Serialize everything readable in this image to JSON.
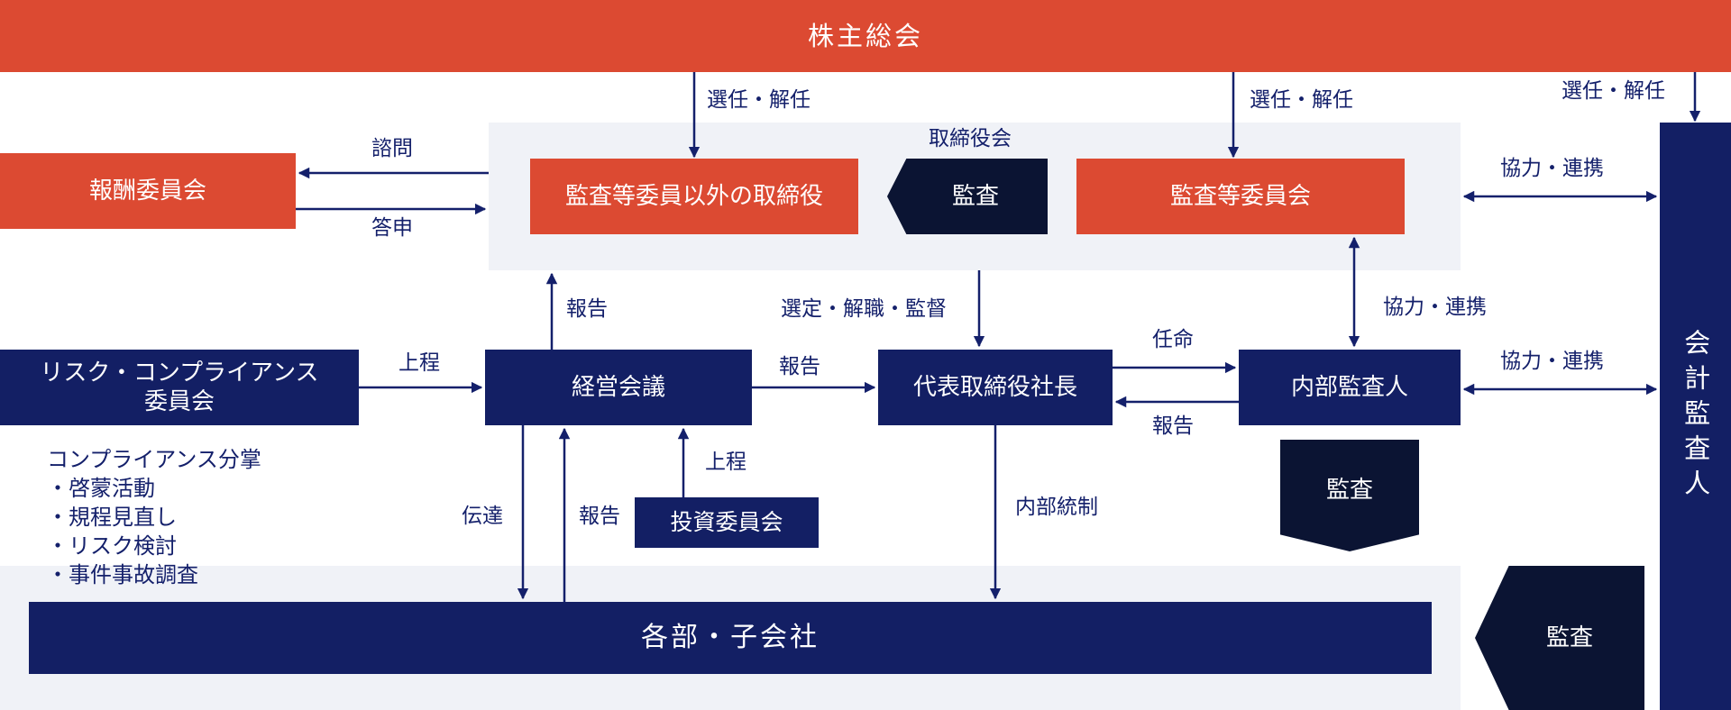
{
  "nodes": {
    "shareholders": "株主総会",
    "remuneration": "報酬委員会",
    "directors_other": "監査等委員以外の取締役",
    "audit_badge_board": "監査",
    "audit_committee": "監査等委員会",
    "board_label": "取締役会",
    "accounting_auditor": "会計監査人",
    "risk_committee_line1": "リスク・コンプライアンス",
    "risk_committee_line2": "委員会",
    "management_meeting": "経営会議",
    "president": "代表取締役社長",
    "internal_auditor": "内部監査人",
    "audit_badge_internal": "監査",
    "investment_committee": "投資委員会",
    "departments": "各部・子会社",
    "audit_badge_accounting": "監査"
  },
  "compliance": {
    "title": "コンプライアンス分掌",
    "items": [
      "・啓蒙活動",
      "・規程見直し",
      "・リスク検討",
      "・事件事故調査"
    ]
  },
  "labels": {
    "elect1": "選任・解任",
    "elect2": "選任・解任",
    "elect3": "選任・解任",
    "consult": "諮問",
    "reply": "答申",
    "coop1": "協力・連携",
    "coop2": "協力・連携",
    "coop3": "協力・連携",
    "report_up": "報告",
    "select": "選定・解職・監督",
    "submit_risk": "上程",
    "report_mgmt": "報告",
    "appoint": "任命",
    "report_internal": "報告",
    "submit_invest": "上程",
    "communicate": "伝達",
    "report_dept": "報告",
    "internal_control": "内部統制"
  },
  "colors": {
    "red": "#dc4a32",
    "navy": "#131f64",
    "dark": "#0b1433",
    "panel": "#f0f2f7"
  }
}
